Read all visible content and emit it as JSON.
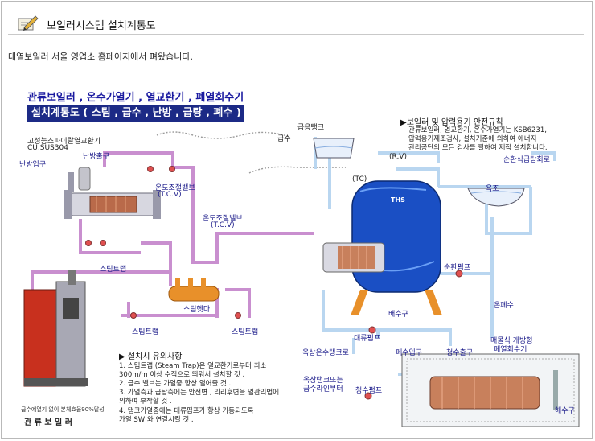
{
  "header": {
    "title": "보일러시스템 설치계통도",
    "icon": "pencil-note-icon"
  },
  "intro_text": "대열보일러  서울 영업소 홈페이지에서 펴왔습니다.",
  "diagram": {
    "title": "관류보일러 , 온수가열기 , 열교환기 , 폐열회수기",
    "subtitle": "설치계통도 ( 스팀 , 급수 , 난방 , 급탕 , 폐수 )",
    "labels": {
      "hx_name": "고성능스파이랄열교환기",
      "hx_material": "CU,SUS304",
      "heating_outlet": "난방출구",
      "heating_inlet": "난방입구",
      "tcv_1": "온도조절밸브",
      "tcv_1_code": "(T.C.V)",
      "tcv_2": "온도조절밸브",
      "tcv_2_code": "(T.C.V)",
      "steam_trap_1": "스팀트랩",
      "steam_trap_2": "스팀트랩",
      "steam_trap_3": "스팀트랩",
      "steam_header": "스팀헷다",
      "feed_water": "급수",
      "feed_tank": "급응탱크",
      "tc": "(TC)",
      "rv": "(R.V)",
      "tank_logo": "THS",
      "drain": "배수구",
      "circ_pump": "순환펌프",
      "hot_water_out": "온폐수",
      "bath": "욕조",
      "circ_return": "순환식급탕회로",
      "feed_pump": "대류펌프",
      "rooftop_tank": "옥상온수탱크로",
      "wastewater_in": "폐수입구",
      "clean_water_out": "청수출구",
      "rooftop_or_feed_line": "옥상탱크또는",
      "rooftop_or_feed_line_2": "급수라인부터",
      "clean_water_pump": "청수펌프",
      "recovery_title": "매몰식 개방형",
      "recovery_title_2": "폐열회수기",
      "water_outlet": "해수구",
      "boiler_caption": "급수예열기 없이 본체효율90%달성",
      "boiler_name": "관 류 보 일 러"
    },
    "safety": {
      "title": "▶보일러 및 압력용기 안전규칙",
      "lines": [
        "관류보일러, 열교환기, 온수가열기는 KSB6231,",
        "압력용기제조검사, 설치기준에 의하여 에너지",
        "관리공단의 모든 검사를 필하여 제작 설치합니다."
      ]
    },
    "install_notes": {
      "title": "설치시 유의사항",
      "items": [
        "1. 스팀트랩 (Steam Trap)은 열교환기로부터 최소",
        "    300m/m 이상 수직으로 띄워서 설치할 것 .",
        "2. 급수 밸브는 가열중 항상 열어줄 것 .",
        "3. 가열측과 급탕측에는 안전변 , 리리후변을 열관리법에",
        "    의하여 부착할 것 .",
        "4. 탱크가열중에는 대류펌프가 항상 가동되도록",
        "    가열 SW 와 연결시킬 것 ."
      ]
    },
    "colors": {
      "steam_pipe": "#c98fcf",
      "water_pipe": "#b9d6f0",
      "tank_blue": "#1a4fc4",
      "title_blue": "#1c2a86",
      "boiler_red": "#c8301e",
      "header_orange": "#e8902a"
    }
  }
}
